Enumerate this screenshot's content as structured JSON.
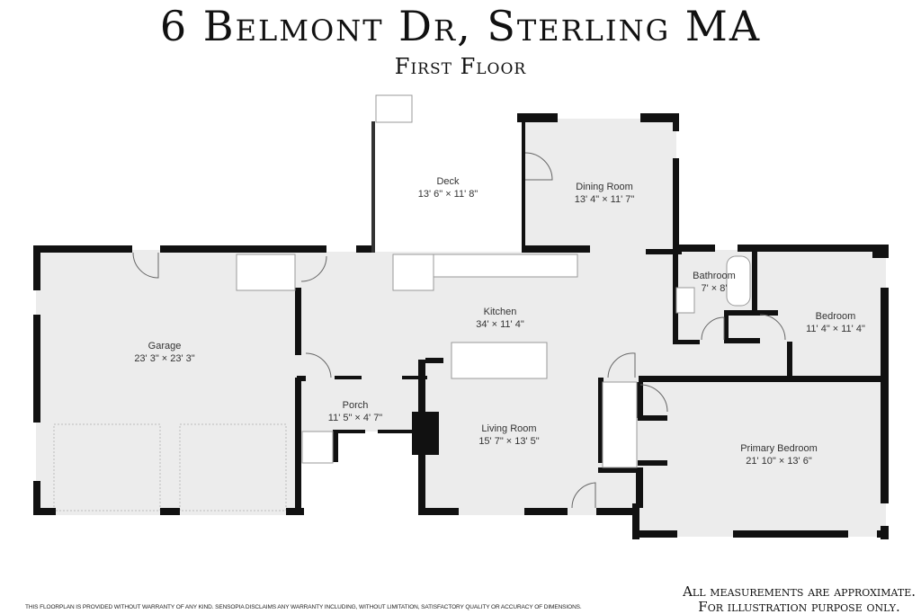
{
  "header": {
    "title": "6 Belmont Dr, Sterling MA",
    "floor": "First Floor"
  },
  "rooms": [
    {
      "name": "Deck",
      "size": "13' 6\" × 11' 8\""
    },
    {
      "name": "Dining Room",
      "size": "13' 4\" × 11' 7\""
    },
    {
      "name": "Kitchen",
      "size": "34' × 11' 4\""
    },
    {
      "name": "Garage",
      "size": "23' 3\" × 23' 3\""
    },
    {
      "name": "Bathroom",
      "size": "7' × 8'"
    },
    {
      "name": "Bedroom",
      "size": "11' 4\" × 11' 4\""
    },
    {
      "name": "Porch",
      "size": "11' 5\" × 4' 7\""
    },
    {
      "name": "Living Room",
      "size": "15' 7\" × 13' 5\""
    },
    {
      "name": "Primary Bedroom",
      "size": "21' 10\" × 13' 6\""
    }
  ],
  "footer": {
    "disclaimer": "THIS FLOORPLAN IS PROVIDED WITHOUT WARRANTY OF ANY KIND. SENSOPIA DISCLAIMS ANY WARRANTY INCLUDING, WITHOUT LIMITATION, SATISFACTORY QUALITY OR ACCURACY OF DIMENSIONS.",
    "note_line1": "All measurements are approximate.",
    "note_line2": "For illustration purpose only."
  },
  "colors": {
    "floor": "#ececec",
    "wall": "#111111"
  }
}
